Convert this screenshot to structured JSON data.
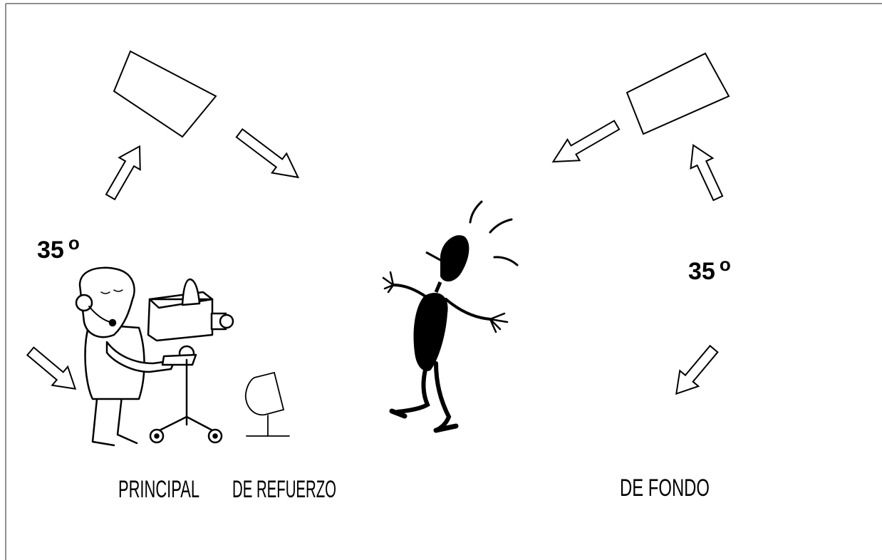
{
  "labels": {
    "principal": "PRINCIPAL",
    "refuerzo": "DE REFUERZO",
    "fondo": "DE FONDO"
  },
  "angles": {
    "left": "35",
    "right": "35",
    "degree_symbol": "o"
  },
  "icons": [
    "light-rectangle-icon",
    "light-arrow-icon",
    "camera-operator-icon",
    "spotlight-icon",
    "dancing-figure-icon"
  ],
  "colors": {
    "ink": "#000000",
    "background": "#ffffff",
    "frame": "#6b6b6b"
  }
}
